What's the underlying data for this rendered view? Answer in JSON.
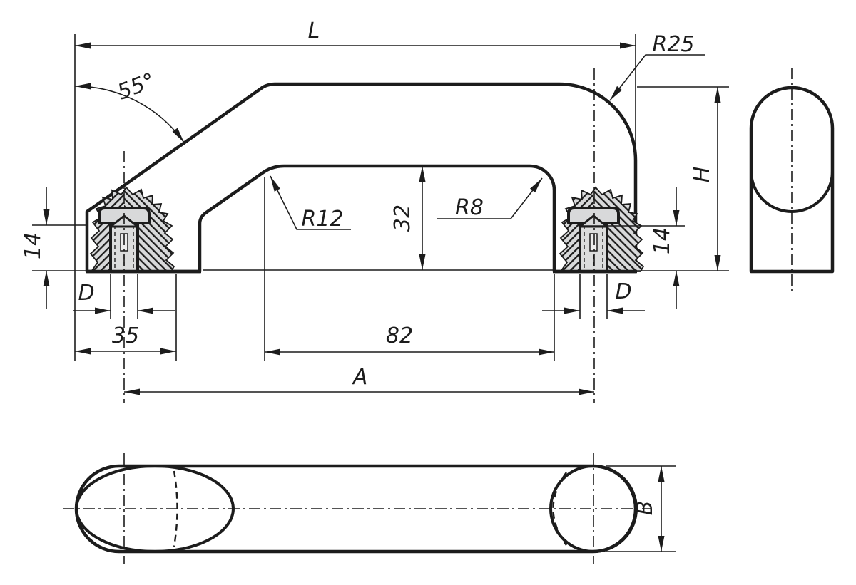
{
  "drawing": {
    "kind": "dimensioned technical drawing of a pull handle, three views",
    "colors": {
      "body_fill": "#d8d9da",
      "hole_fill": "#dcdddd",
      "line": "#1c1c1c",
      "background": "#ffffff"
    },
    "labels": {
      "overall_length": "L",
      "slope_angle": "55°",
      "radius_outer": "R25",
      "radius_inner_left": "R12",
      "radius_inner_right": "R8",
      "opening_height": "32",
      "insert_depth_left": "14",
      "insert_depth_right": "14",
      "thread_left": "D",
      "thread_right": "D",
      "foot_length": "35",
      "opening_width": "82",
      "hole_spacing": "A",
      "overall_height": "H",
      "profile_width": "B"
    }
  }
}
